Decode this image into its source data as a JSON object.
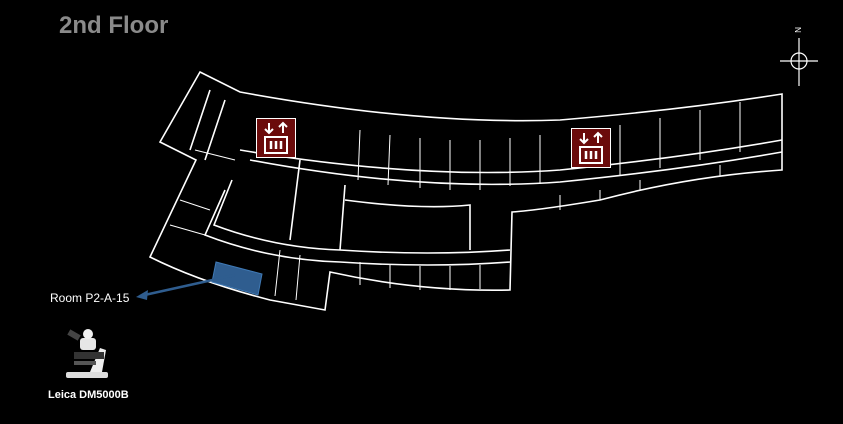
{
  "floor": {
    "title": "2nd Floor"
  },
  "highlight": {
    "room_label": "Room P2-A-15",
    "color": "#2f5d8f"
  },
  "instrument": {
    "name": "Leica DM5000B",
    "icon": "microscope-icon"
  },
  "elevators": [
    {
      "icon": "elevator-icon"
    },
    {
      "icon": "elevator-icon"
    }
  ],
  "compass": {
    "north_label": "N"
  },
  "colors": {
    "elevator": "#6b0b0b",
    "walls": "#ffffff",
    "title": "#8a8a8a"
  }
}
